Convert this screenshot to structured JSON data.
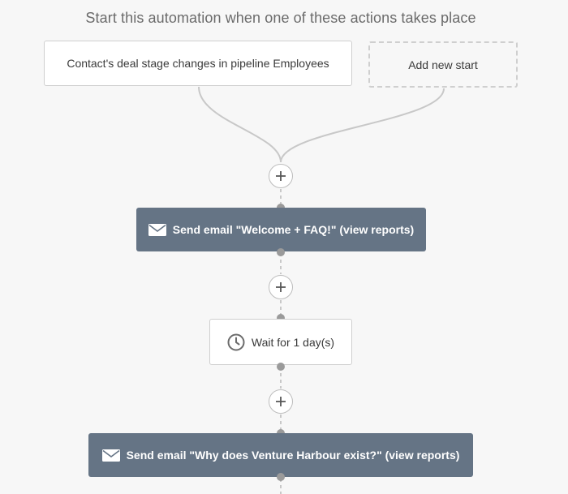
{
  "heading": "Start this automation when one of these actions takes place",
  "triggers": {
    "primary_label": "Contact's deal stage changes in pipeline Employees",
    "add_new_label": "Add new start"
  },
  "steps": {
    "email_1_label": "Send email \"Welcome + FAQ!\" (view reports)",
    "wait_label": "Wait for 1 day(s)",
    "email_2_label": "Send email \"Why does Venture Harbour exist?\" (view reports)"
  },
  "icons": {
    "add_step": "plus-icon",
    "email": "envelope-icon",
    "wait": "clock-icon"
  },
  "colors": {
    "action_fill": "#657485",
    "connector": "#c8c8c8",
    "node_dot": "#9a9a9a",
    "canvas_bg": "#f7f7f7"
  }
}
